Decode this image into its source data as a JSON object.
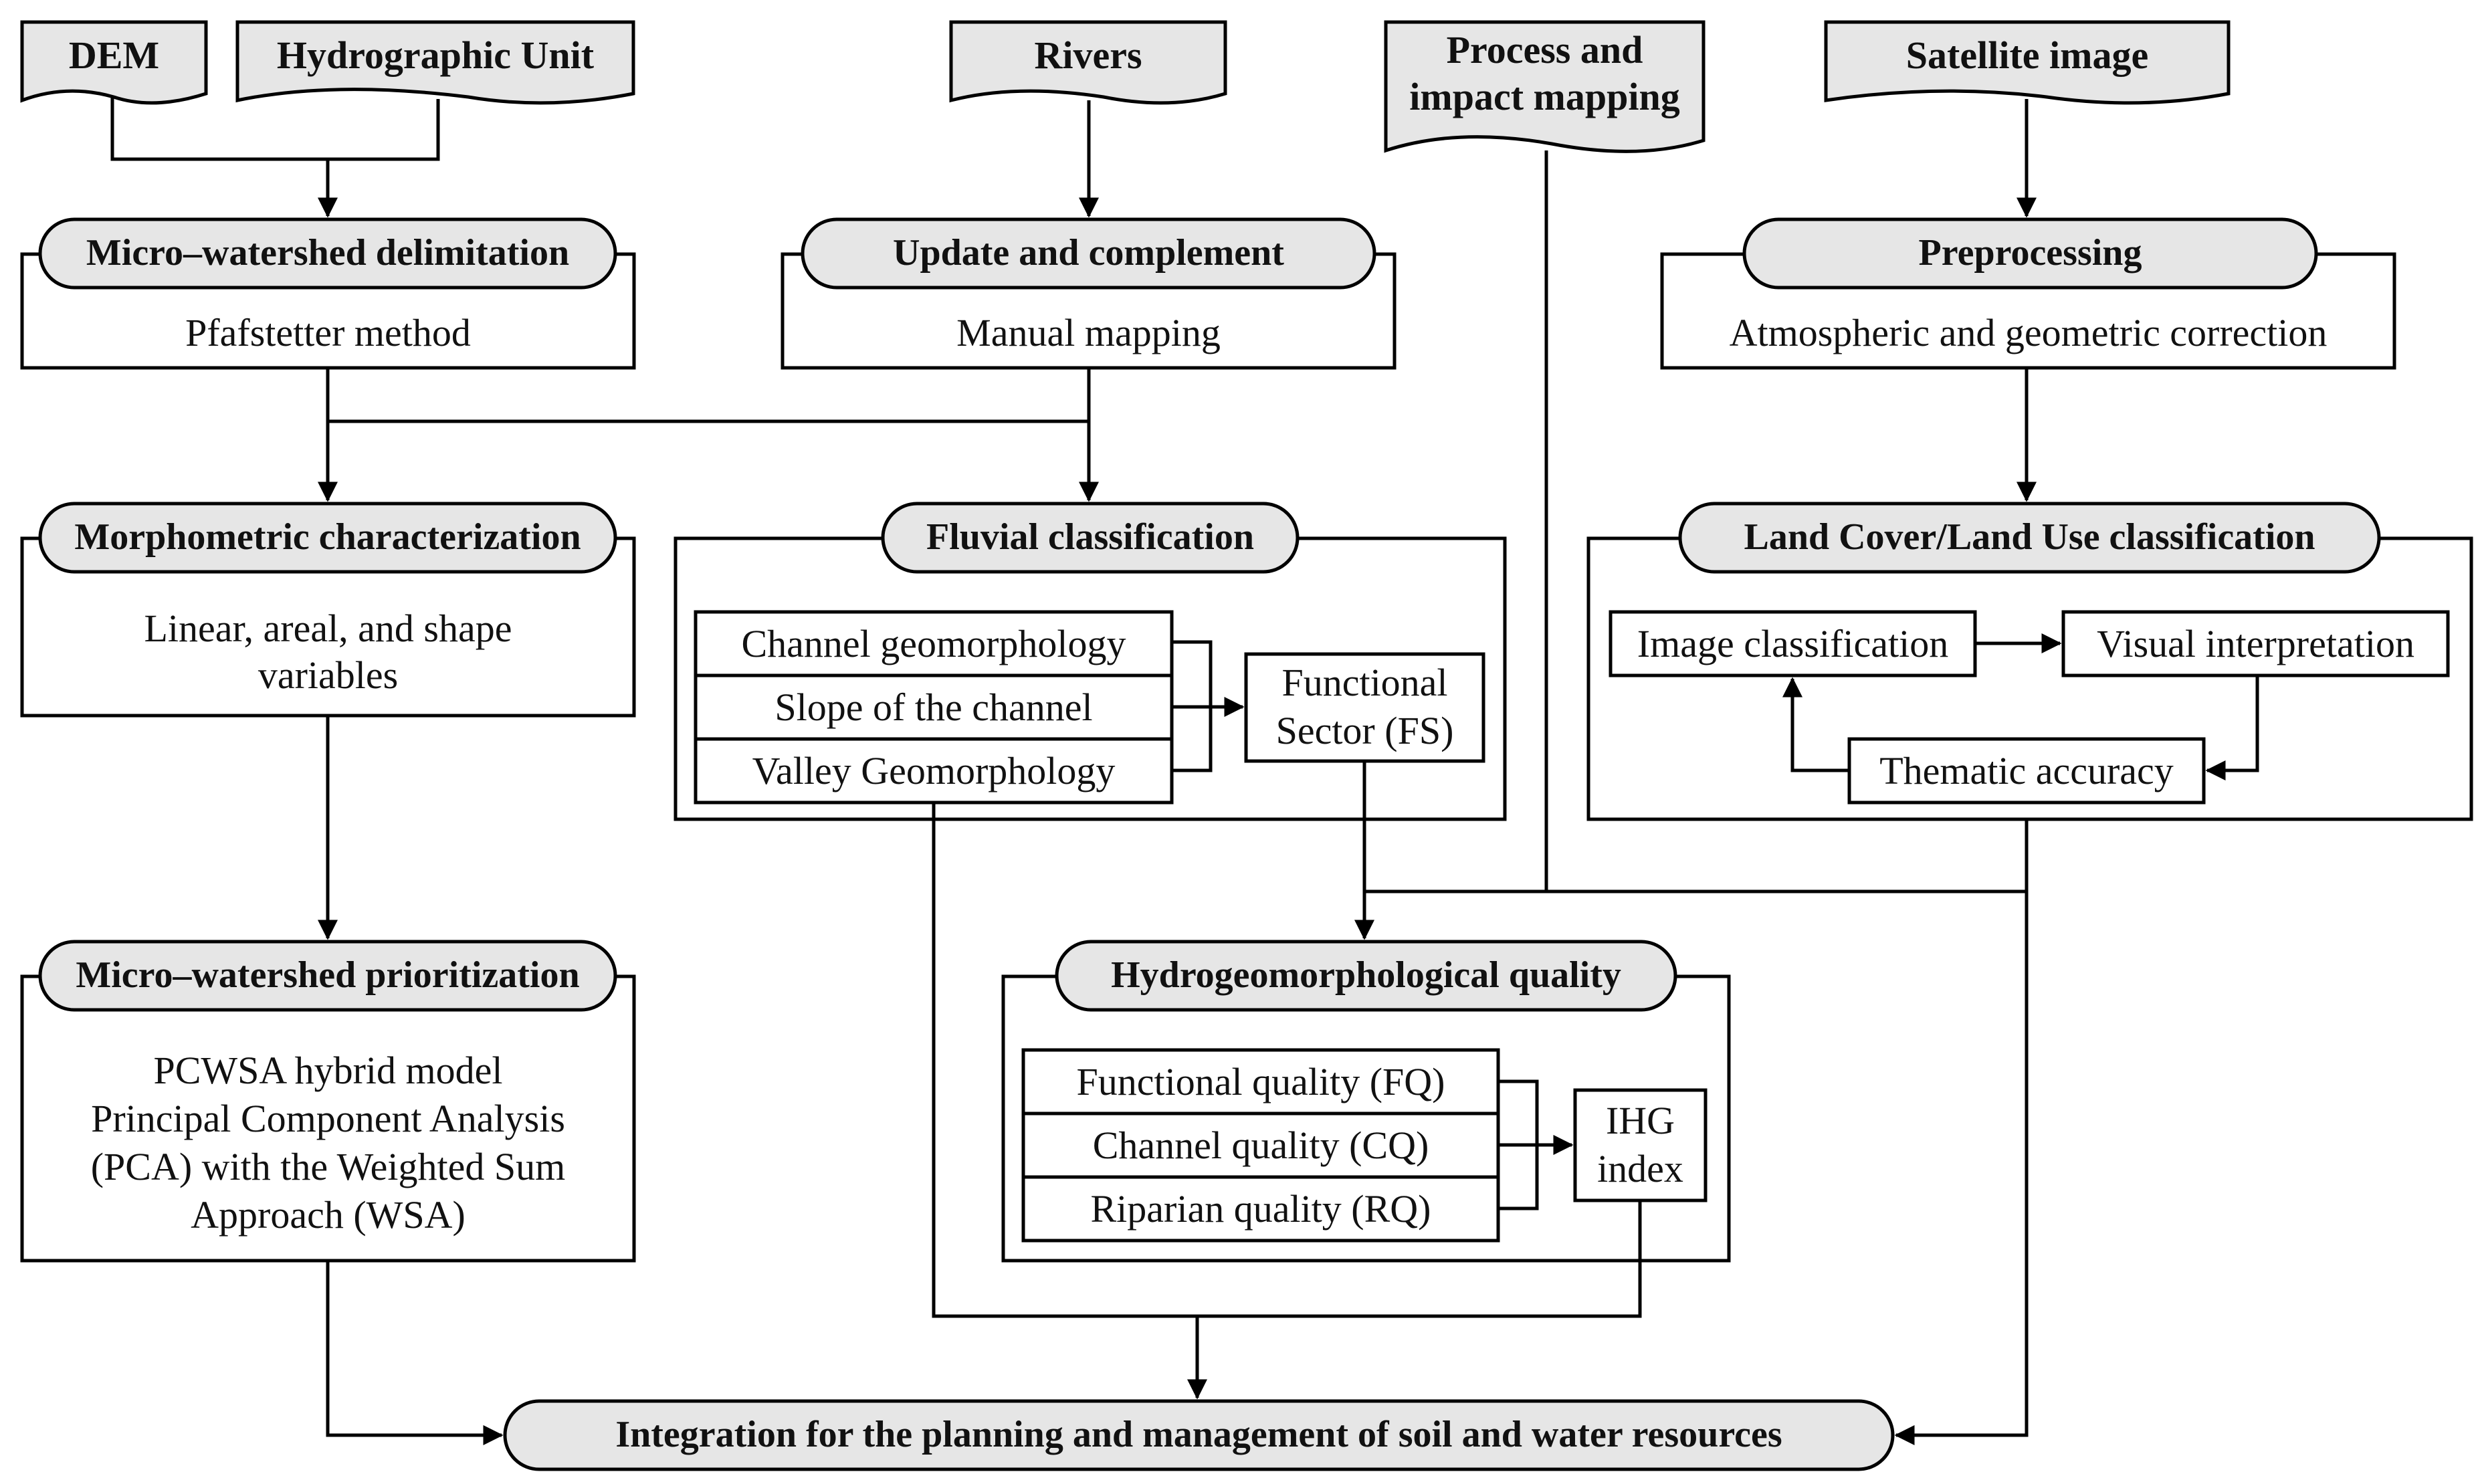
{
  "inputs": {
    "dem": "DEM",
    "hydrographic_unit": "Hydrographic Unit",
    "rivers": "Rivers",
    "process_line1": "Process and",
    "process_line2": "impact mapping",
    "satellite_image": "Satellite image"
  },
  "micro_delimitation": {
    "title": "Micro–watershed delimitation",
    "method": "Pfafstetter method"
  },
  "update": {
    "title": "Update and complement",
    "method": "Manual mapping"
  },
  "preprocessing": {
    "title": "Preprocessing",
    "method": "Atmospheric and geometric correction"
  },
  "morphometric": {
    "title": "Morphometric characterization",
    "line1": "Linear, areal, and shape",
    "line2": "variables"
  },
  "fluvial": {
    "title": "Fluvial classification",
    "items": [
      "Channel geomorphology",
      "Slope of the channel",
      "Valley Geomorphology"
    ],
    "sector_line1": "Functional",
    "sector_line2": "Sector (FS)"
  },
  "landcover": {
    "title": "Land Cover/Land Use classification",
    "image_classification": "Image classification",
    "visual_interpretation": "Visual interpretation",
    "thematic_accuracy": "Thematic accuracy"
  },
  "prioritization": {
    "title": "Micro–watershed prioritization",
    "line1": "PCWSA hybrid model",
    "line2": "Principal Component Analysis",
    "line3": "(PCA) with the Weighted Sum",
    "line4": "Approach (WSA)"
  },
  "hydro_quality": {
    "title": "Hydrogeomorphological quality",
    "items": [
      "Functional quality (FQ)",
      "Channel quality (CQ)",
      "Riparian quality (RQ)"
    ],
    "index_line1": "IHG",
    "index_line2": "index"
  },
  "integration": {
    "title": "Integration for the planning and management of soil and water resources"
  },
  "colors": {
    "stroke": "#000000",
    "fill_grey": "#e6e6e6",
    "fill_white": "#ffffff"
  }
}
